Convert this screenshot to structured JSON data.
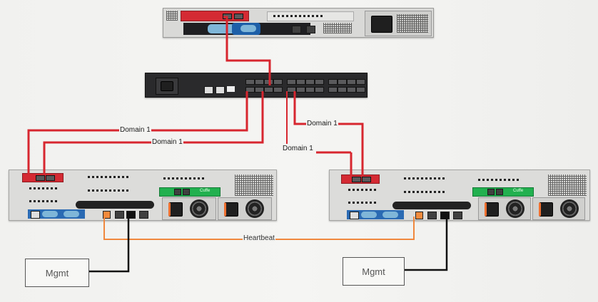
{
  "diagram": {
    "devices": {
      "top_server": {
        "type": "1U rack server (rear)",
        "card_color": "#d42a33"
      },
      "switch": {
        "type": "1U network switch (rear)"
      },
      "left_server": {
        "type": "2U rack server (rear)",
        "nic_label": "Cuffe"
      },
      "right_server": {
        "type": "2U rack server (rear)",
        "nic_label": "Cuffe"
      }
    },
    "connection_labels": {
      "domain_left_upper": "Domain 1",
      "domain_left_lower": "Domain 1",
      "domain_right_upper": "Domain 1",
      "domain_right_lower": "Domain 1",
      "heartbeat": "Heartbeat"
    },
    "mgmt_boxes": {
      "left": "Mgmt",
      "right": "Mgmt"
    },
    "colors": {
      "domain_link": "#d7262f",
      "heartbeat_link": "#f0883e",
      "mgmt_link": "#111111"
    }
  }
}
